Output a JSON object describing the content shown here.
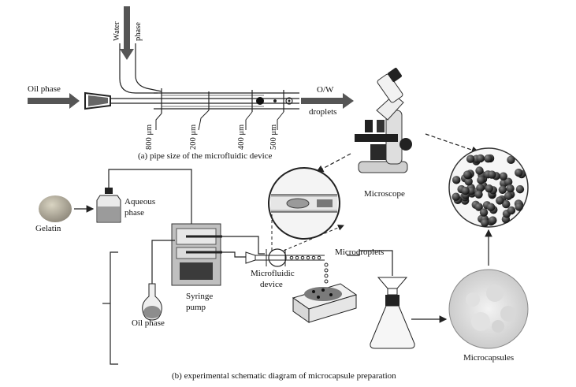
{
  "part_a": {
    "caption": "(a) pipe size of the microfluidic device",
    "water_phase_label_1": "Water",
    "water_phase_label_2": "phase",
    "oil_phase_label": "Oil phase",
    "output_label_1": "O/W",
    "output_label_2": "droplets",
    "dimensions": [
      "800 μm",
      "200 μm",
      "400 μm",
      "500 μm"
    ]
  },
  "part_b": {
    "caption": "(b) experimental schematic diagram of microcapsule preparation",
    "gelatin_label": "Gelatin",
    "aqueous_phase_label_1": "Aqueous",
    "aqueous_phase_label_2": "phase",
    "oil_phase_label": "Oil phase",
    "syringe_pump_label_1": "Syringe",
    "syringe_pump_label_2": "pump",
    "microfluidic_device_label_1": "Microfluidic",
    "microfluidic_device_label_2": "device",
    "microdroplets_label": "Microdroplets",
    "microscope_label": "Microscope",
    "microcapsules_label": "Microcapsules"
  },
  "colors": {
    "line": "#222222",
    "arrow_fill": "#555555",
    "photo_gray": "#9a9a9a",
    "bead": "#2a2a2a"
  }
}
